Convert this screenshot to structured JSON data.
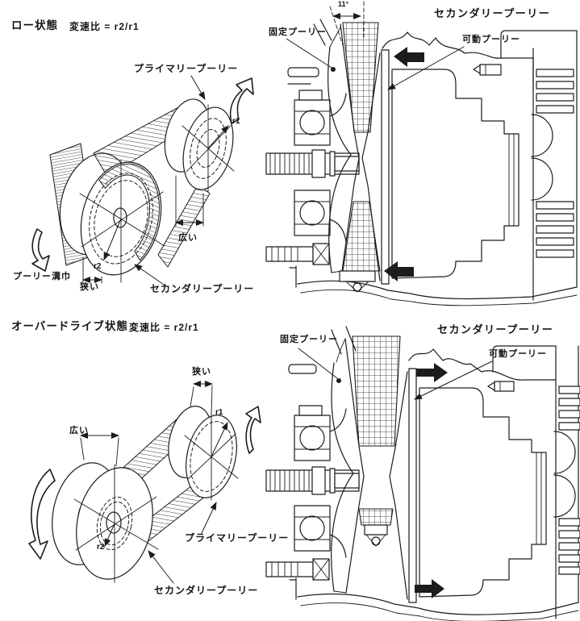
{
  "colors": {
    "ink": "#1c1c1c",
    "paper": "#ffffff"
  },
  "low": {
    "title": "ロー状態",
    "ratio": "変速比 = r2/r1",
    "iso": {
      "primary": "プライマリープーリー",
      "secondary": "セカンダリープーリー",
      "r1": "r1",
      "r2": "r2",
      "wide": "広い",
      "narrow": "狭い",
      "groove": "プーリー溝巾"
    },
    "cs": {
      "title": "セカンダリープーリー",
      "angle": "11°",
      "fixed": "固定プーリー",
      "movable": "可動プーリー"
    }
  },
  "od": {
    "title": "オーバードライブ状態",
    "ratio": "変速比 = r2/r1",
    "iso": {
      "primary": "プライマリープーリー",
      "secondary": "セカンダリープーリー",
      "r1": "r1",
      "r2": "r2",
      "wide": "広い",
      "narrow": "狭い"
    },
    "cs": {
      "title": "セカンダリープーリー",
      "fixed": "固定プーリー",
      "movable": "可動プーリー"
    }
  }
}
